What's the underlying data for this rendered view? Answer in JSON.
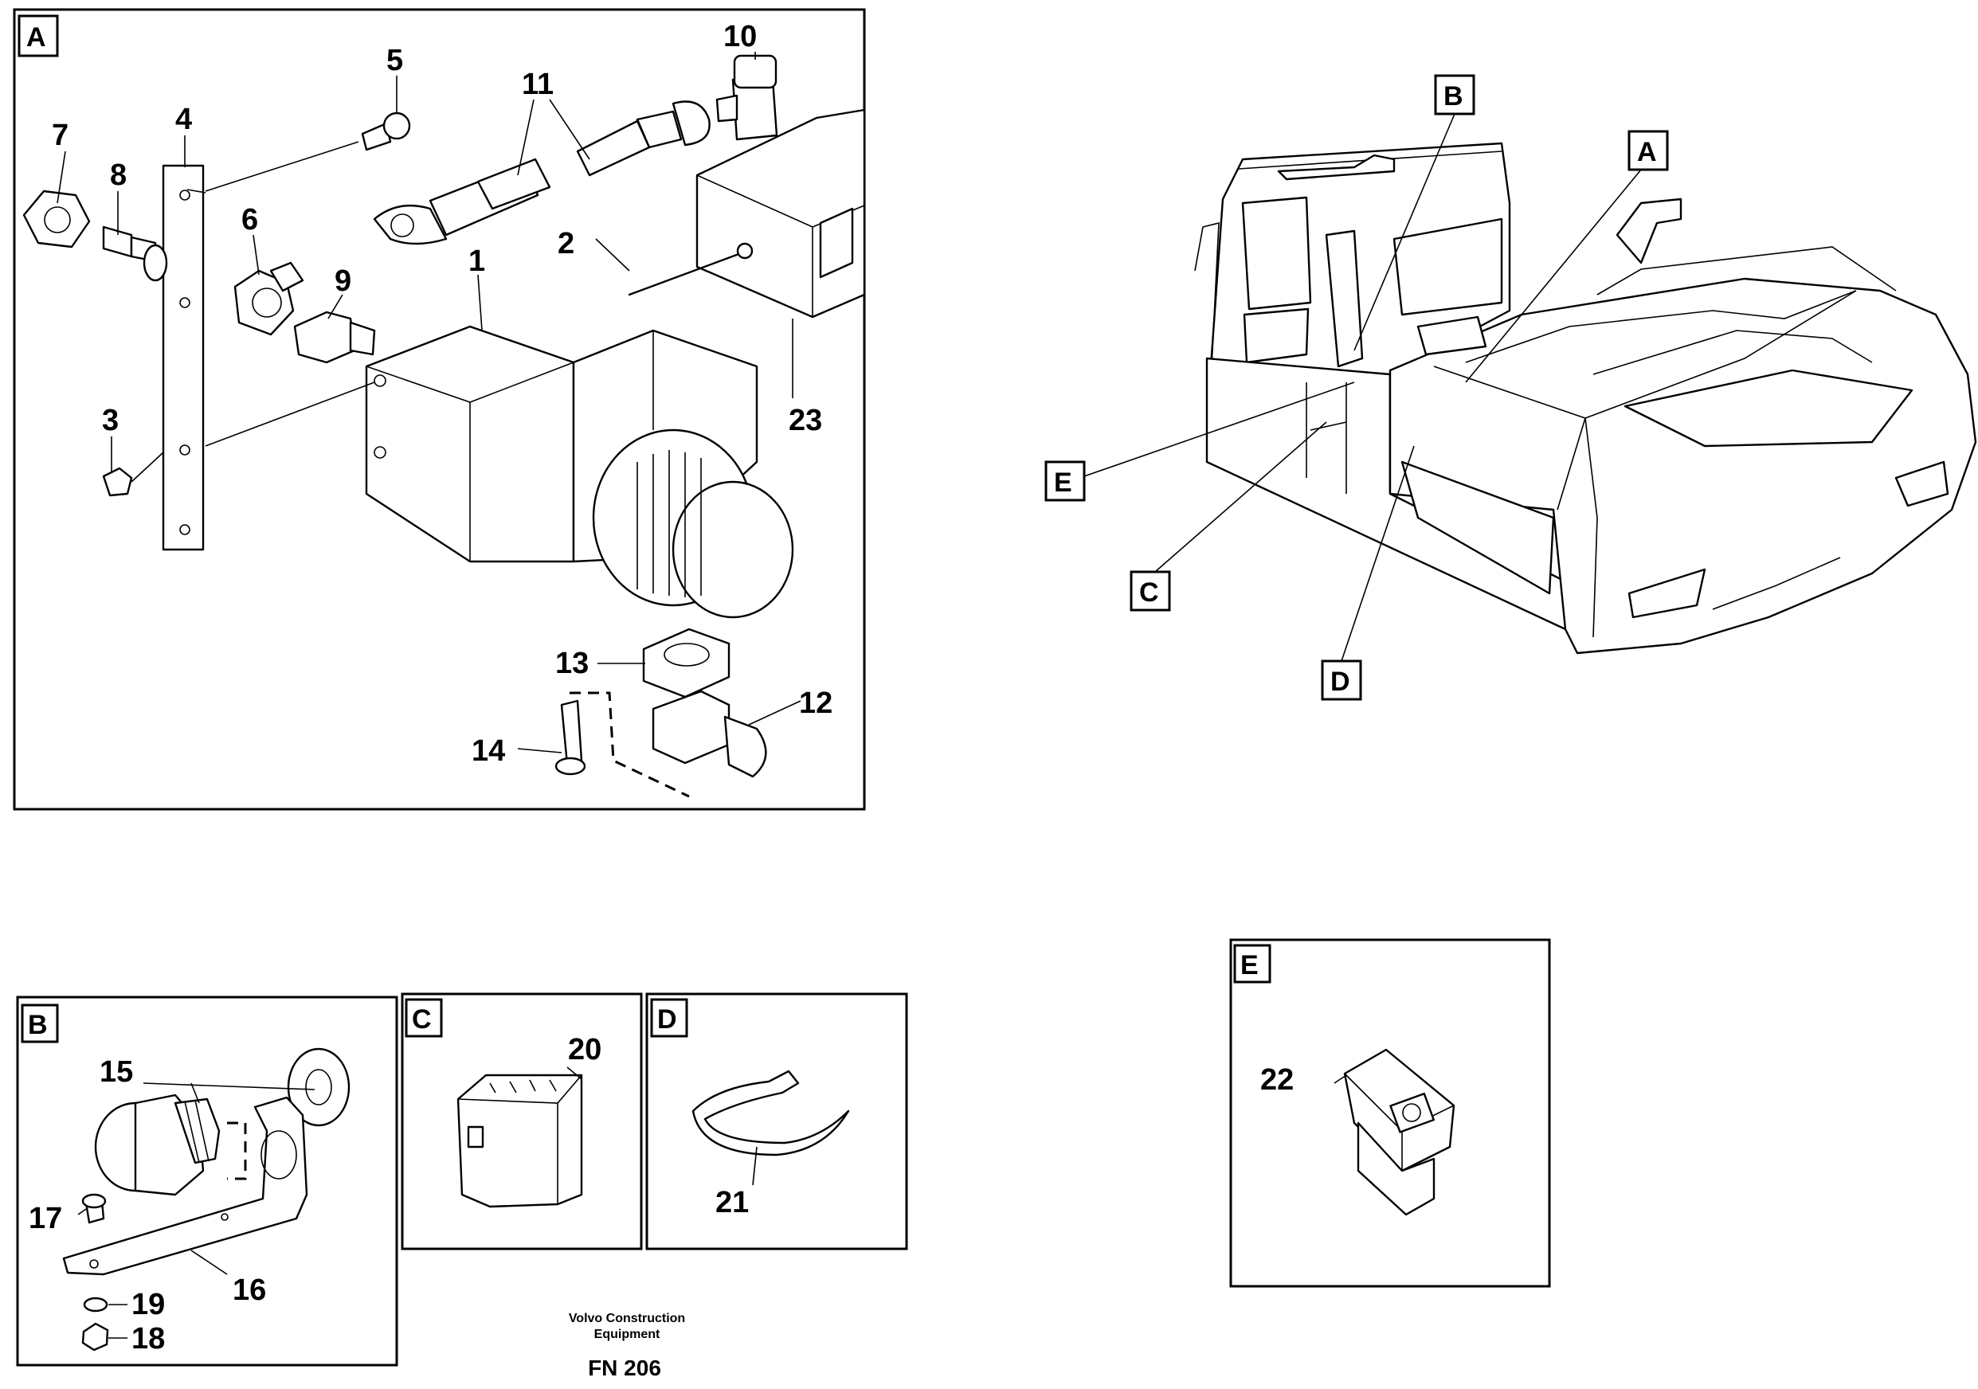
{
  "panels": {
    "A": {
      "letter": "A"
    },
    "B": {
      "letter": "B"
    },
    "C": {
      "letter": "C"
    },
    "D": {
      "letter": "D"
    },
    "E": {
      "letter": "E"
    }
  },
  "overview_callouts": {
    "A": "A",
    "B": "B",
    "C": "C",
    "D": "D",
    "E": "E"
  },
  "part_numbers": {
    "p1": "1",
    "p2": "2",
    "p3": "3",
    "p4": "4",
    "p5": "5",
    "p6": "6",
    "p7": "7",
    "p8": "8",
    "p9": "9",
    "p10": "10",
    "p11": "11",
    "p12": "12",
    "p13": "13",
    "p14": "14",
    "p15": "15",
    "p16": "16",
    "p17": "17",
    "p18": "18",
    "p19": "19",
    "p20": "20",
    "p21": "21",
    "p22": "22",
    "p23": "23"
  },
  "footer": {
    "company_line1": "Volvo Construction",
    "company_line2": "Equipment",
    "figure_code": "FN 206"
  }
}
